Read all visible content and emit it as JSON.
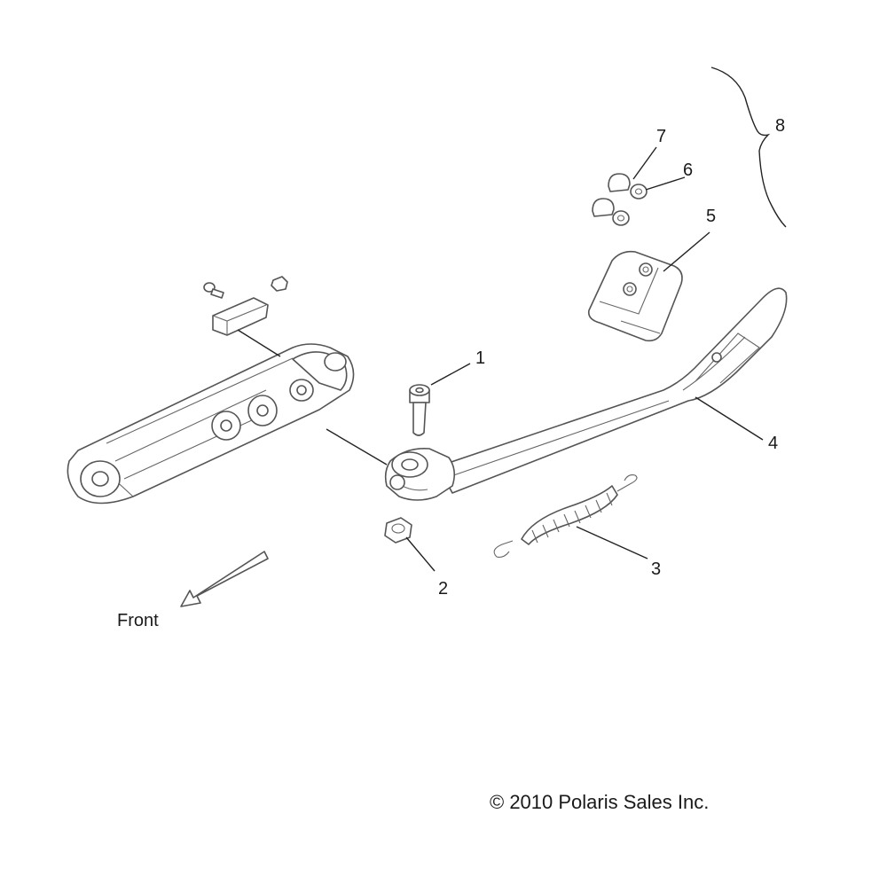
{
  "callouts": [
    {
      "id": "1",
      "text": "1"
    },
    {
      "id": "2",
      "text": "2"
    },
    {
      "id": "3",
      "text": "3"
    },
    {
      "id": "4",
      "text": "4"
    },
    {
      "id": "5",
      "text": "5"
    },
    {
      "id": "6",
      "text": "6"
    },
    {
      "id": "7",
      "text": "7"
    },
    {
      "id": "8",
      "text": "8"
    }
  ],
  "direction_label": "Front",
  "copyright": "© 2010 Polaris Sales Inc."
}
